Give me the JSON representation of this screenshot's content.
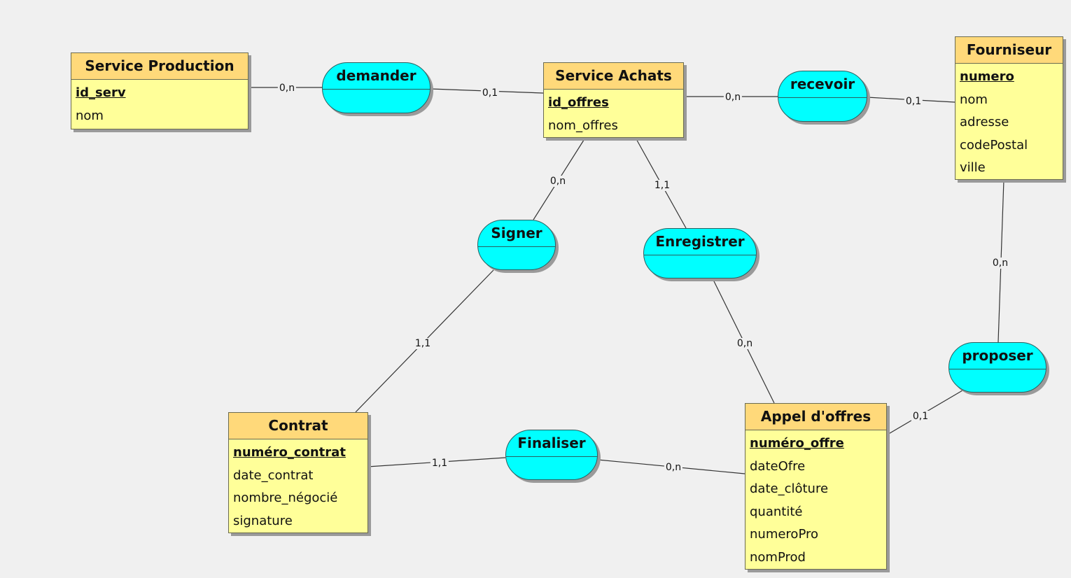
{
  "entities": {
    "service_production": {
      "name": "Service Production",
      "key": "id_serv",
      "attributes": [
        "nom"
      ]
    },
    "service_achats": {
      "name": "Service Achats",
      "key": "id_offres",
      "attributes": [
        "nom_offres"
      ]
    },
    "fournisseur": {
      "name": "Fourniseur",
      "key": "numero",
      "attributes": [
        "nom",
        "adresse",
        "codePostal",
        "ville"
      ]
    },
    "contrat": {
      "name": "Contrat",
      "key": "numéro_contrat",
      "attributes": [
        "date_contrat",
        "nombre_négocié",
        "signature"
      ]
    },
    "appel_offres": {
      "name": "Appel d'offres",
      "key": "numéro_offre",
      "attributes": [
        "dateOfre",
        "date_clôture",
        "quantité",
        "numeroPro",
        "nomProd"
      ]
    }
  },
  "associations": {
    "demander": "demander",
    "recevoir": "recevoir",
    "signer": "Signer",
    "enregistrer": "Enregistrer",
    "proposer": "proposer",
    "finaliser": "Finaliser"
  },
  "cardinalities": {
    "sp_demander": "0,n",
    "demander_sa": "0,1",
    "sa_recevoir": "0,n",
    "recevoir_fourn": "0,1",
    "sa_signer": "0,n",
    "sa_enregistrer": "1,1",
    "fourn_proposer": "0,n",
    "signer_contrat": "1,1",
    "enregistrer_appel": "0,n",
    "appel_proposer": "0,1",
    "contrat_finaliser": "1,1",
    "finaliser_appel": "0,n"
  },
  "colors": {
    "entity_header": "#ffd97a",
    "entity_body": "#ffff99",
    "association": "#00ffff",
    "background": "#f0f0f0"
  }
}
